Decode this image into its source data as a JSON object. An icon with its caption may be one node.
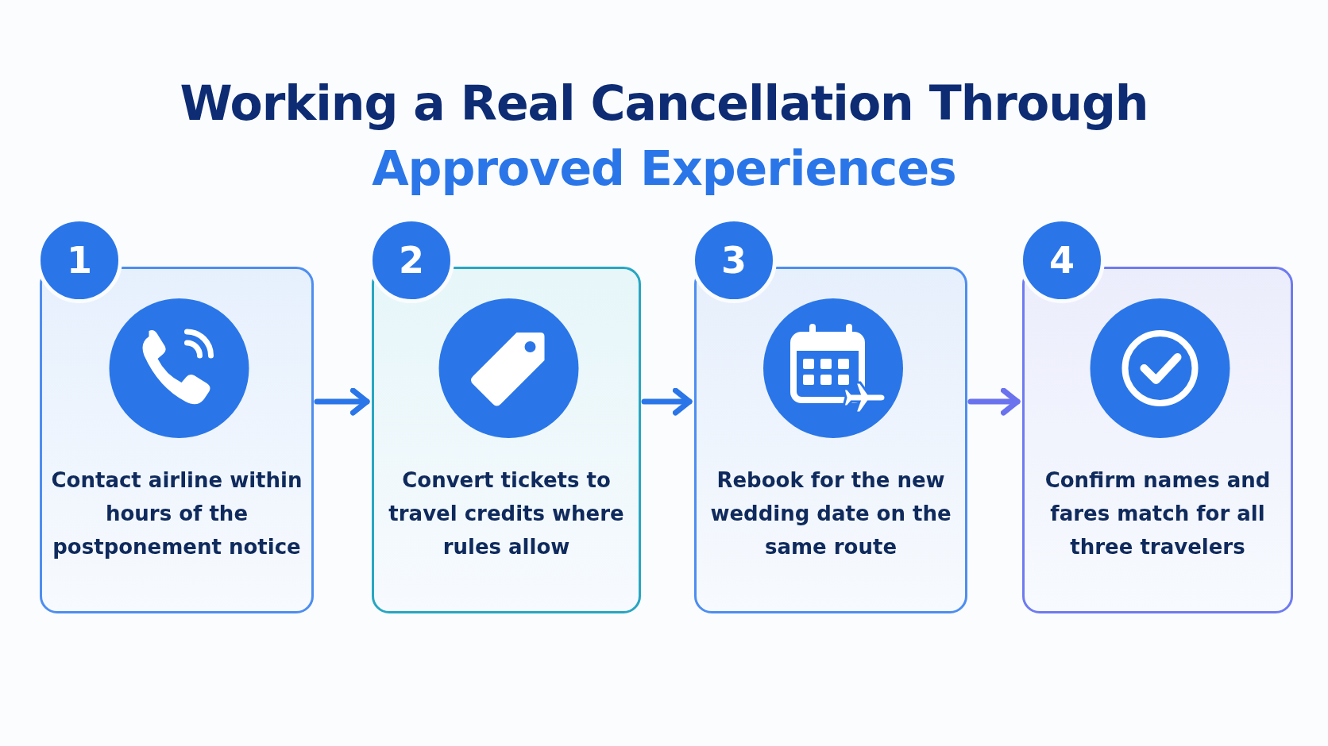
{
  "diagram": {
    "title": "Working a Real Cancellation Through",
    "labels": [
      "Approved Experiences"
    ],
    "nodes": [
      {
        "text": [
          "Contact airline within hours of the postponement notice"
        ],
        "beside": [
          "1"
        ]
      },
      {
        "text": [
          "Convert tickets to travel credits where rules allow"
        ],
        "beside": [
          "2"
        ]
      },
      {
        "text": [
          "Rebook for the new wedding date on the same route"
        ],
        "beside": [
          "3"
        ]
      },
      {
        "text": [
          "Confirm names and fares match for all three travelers"
        ],
        "beside": [
          "4"
        ]
      }
    ],
    "edges": [
      {
        "from": 0,
        "to": 1,
        "arrow": "to"
      },
      {
        "from": 1,
        "to": 2,
        "arrow": "to"
      },
      {
        "from": 2,
        "to": 3,
        "arrow": "to",
        "color": "#6b72ee"
      }
    ]
  }
}
